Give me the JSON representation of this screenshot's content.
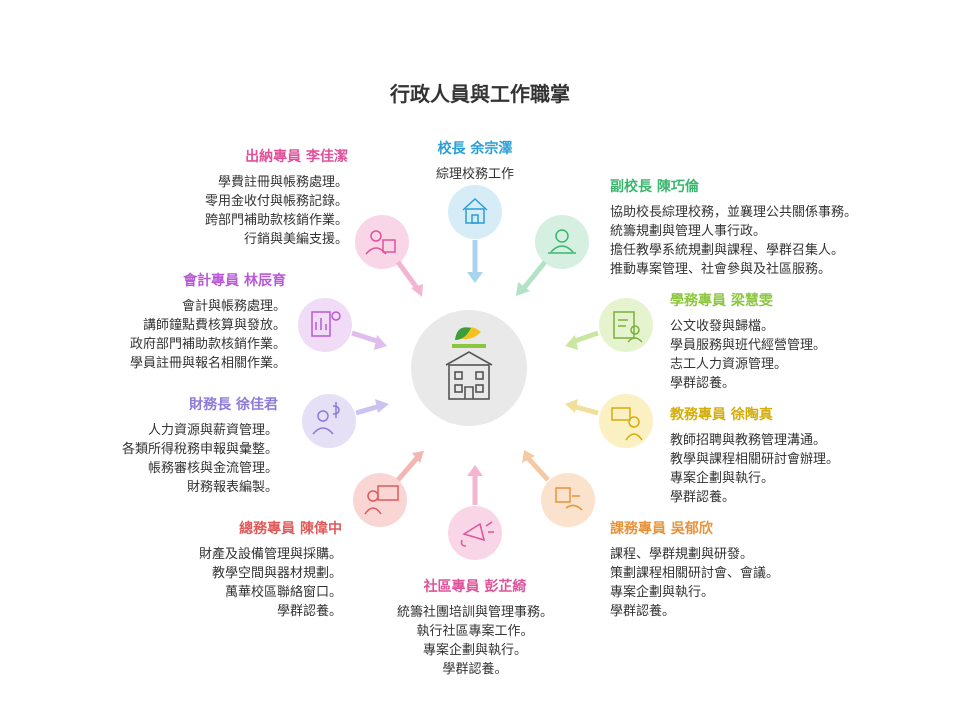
{
  "title": "行政人員與工作職掌",
  "center": {
    "icon": "school-logo-building-icon"
  },
  "roles": {
    "principal": {
      "name": "校長 余宗澤",
      "duties": [
        "綜理校務工作"
      ],
      "color": "#2a9fd6",
      "icon": "house-icon"
    },
    "vice": {
      "name": "副校長 陳巧倫",
      "duties": [
        "協助校長綜理校務，並襄理公共關係事務。",
        "統籌規劃與管理人事行政。",
        "擔任教學系統規劃與課程、學群召集人。",
        "推動專案管理、社會參與及社區服務。"
      ],
      "color": "#3bb66f",
      "icon": "person-at-desk-icon"
    },
    "student": {
      "name": "學務專員 梁慧雯",
      "duties": [
        "公文收發與歸檔。",
        "學員服務與班代經營管理。",
        "志工人力資源管理。",
        "學群認養。"
      ],
      "color": "#8cc63f",
      "icon": "clipboard-person-icon"
    },
    "academic": {
      "name": "教務專員 徐陶真",
      "duties": [
        "教師招聘與教務管理溝通。",
        "教學與課程相關研討會辦理。",
        "專案企劃與執行。",
        "學群認養。"
      ],
      "color": "#e3c312",
      "icon": "teacher-board-icon"
    },
    "curriculum": {
      "name": "課務專員 吳郁欣",
      "duties": [
        "課程、學群規劃與研發。",
        "策劃課程相關研討會、會議。",
        "專案企劃與執行。",
        "學群認養。"
      ],
      "color": "#e8923a",
      "icon": "handshake-box-icon"
    },
    "community": {
      "name": "社區專員 彭芷綺",
      "duties": [
        "統籌社團培訓與管理事務。",
        "執行社區專案工作。",
        "專案企劃與執行。",
        "學群認養。"
      ],
      "color": "#e0529a",
      "icon": "megaphone-icon"
    },
    "general": {
      "name": "總務專員 陳偉中",
      "duties": [
        "財產及設備管理與採購。",
        "教學空間與器材規劃。",
        "萬華校區聯絡窗口。",
        "學群認養。"
      ],
      "color": "#e05a5a",
      "icon": "person-board-icon"
    },
    "finance": {
      "name": "財務長 徐佳君",
      "duties": [
        "人力資源與薪資管理。",
        "各類所得稅務申報與彙整。",
        "帳務審核與金流管理。",
        "財務報表編製。"
      ],
      "color": "#8e7bd8",
      "icon": "finance-person-icon"
    },
    "accounting": {
      "name": "會計專員 林辰育",
      "duties": [
        "會計與帳務處理。",
        "講師鐘點費核算與發放。",
        "政府部門補助款核銷作業。",
        "學員註冊與報名相關作業。"
      ],
      "color": "#b85ad6",
      "icon": "chart-presenter-icon"
    },
    "cashier": {
      "name": "出納專員 李佳潔",
      "duties": [
        "學費註冊與帳務處理。",
        "零用金收付與帳務記錄。",
        "跨部門補助款核銷作業。",
        "行銷與美編支援。"
      ],
      "color": "#e0529a",
      "icon": "cashier-person-icon"
    }
  }
}
